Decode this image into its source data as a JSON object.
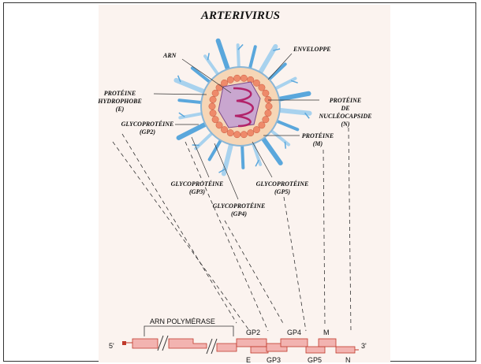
{
  "title": "ARTERIVIRUS",
  "labels": {
    "arn": "ARN",
    "enveloppe": "ENVELOPPE",
    "hydro_1": "PROTÉINE",
    "hydro_2": "HYDROPHOBE",
    "hydro_3": "(E)",
    "gp2_1": "GLYCOPROTÉINE",
    "gp2_2": "(GP2)",
    "nuc_1": "PROTÉINE",
    "nuc_2": "DE",
    "nuc_3": "NUCLÉOCAPSIDE",
    "nuc_4": "(N)",
    "m_1": "PROTÉINE",
    "m_2": "(M)",
    "gp3_1": "GLYCOPROTÉINE",
    "gp3_2": "(GP3)",
    "gp5_1": "GLYCOPROTÉINE",
    "gp5_2": "(GP5)",
    "gp4_1": "GLYCOPROTÉINE",
    "gp4_2": "(GP4)"
  },
  "genome": {
    "five_prime": "5'",
    "three_prime": "3'",
    "polymerase": "ARN POLYMÉRASE",
    "gp2": "GP2",
    "gp4": "GP4",
    "m": "M",
    "e": "E",
    "gp3": "GP3",
    "gp5": "GP5",
    "n": "N"
  },
  "colors": {
    "spike": "#5aa7dc",
    "spike_light": "#a8d2ee",
    "envelope": "#f6d6b6",
    "capsid": "#ee8a6a",
    "rna": "#b2236a",
    "gene": "#f2b3b0",
    "gene_stroke": "#c0392b"
  }
}
